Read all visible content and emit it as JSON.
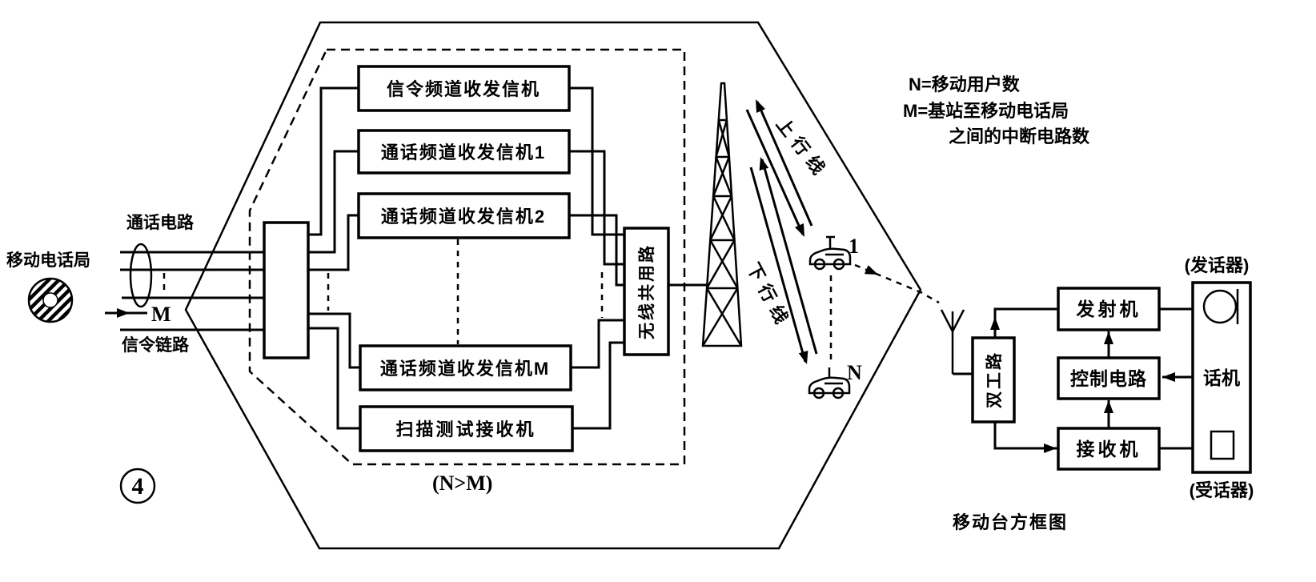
{
  "figure": {
    "number": "4",
    "note": "(N>M)"
  },
  "office": {
    "name": "移动电话局",
    "trunk_lines_label": "通话电路",
    "trunk_count_label": "M",
    "signaling_link_label": "信令链路"
  },
  "base_station": {
    "signaling_transceiver": "信令频道收发信机",
    "voice_transceiver_1": "通话频道收发信机1",
    "voice_transceiver_2": "通话频道收发信机2",
    "voice_transceiver_m": "通话频道收发信机M",
    "scan_test_receiver": "扫描测试接收机",
    "antenna_combiner": "无线共用路"
  },
  "radio_path": {
    "uplink_label": "上行线",
    "downlink_label": "下行线",
    "mobile_first_label": "1",
    "mobile_last_label": "N"
  },
  "legend": {
    "line1": "N=移动用户数",
    "line2": "M=基站至移动电话局",
    "line3": "之间的中断电路数"
  },
  "mobile_station": {
    "duplexer": "双工路",
    "transmitter": "发射机",
    "control_circuit": "控制电路",
    "receiver": "接收机",
    "handset": "话机",
    "mouthpiece_label": "(发话器)",
    "earpiece_label": "(受话器)",
    "caption": "移动台方框图"
  }
}
